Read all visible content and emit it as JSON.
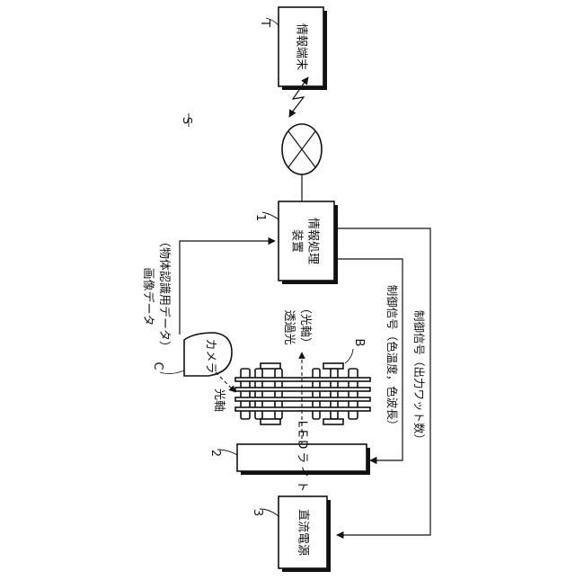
{
  "system_label": "S",
  "terminal": {
    "label": "情報端末",
    "ref": "T"
  },
  "processor": {
    "line1": "情報処理",
    "line2": "装置",
    "ref": "1"
  },
  "led_light": {
    "label": "LEDライト",
    "ref": "2"
  },
  "dc_power": {
    "label": "直流電源",
    "ref": "3"
  },
  "camera": {
    "label": "カメラ",
    "ref": "C"
  },
  "object": {
    "ref": "B"
  },
  "labels": {
    "image_data": "画像データ",
    "image_data_sub": "（物体認識用データ）",
    "transmitted_light": "透過光",
    "transmitted_light_sub": "（光軸）",
    "optical_axis": "光軸",
    "control_signal_color": "制御信号（色温度，色波長）",
    "control_signal_power": "制御信号（出力ワット数）"
  }
}
